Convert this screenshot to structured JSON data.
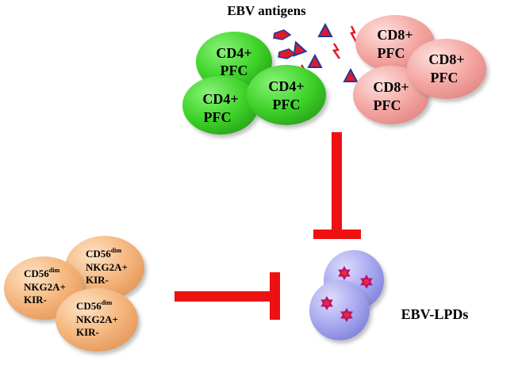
{
  "title": "EBV antigens",
  "cd4": [
    {
      "line1": "CD4+",
      "line2": "PFC"
    },
    {
      "line1": "CD4+",
      "line2": "PFC"
    },
    {
      "line1": "CD4+",
      "line2": "PFC"
    }
  ],
  "cd8": [
    {
      "line1": "CD8+",
      "line2": "PFC"
    },
    {
      "line1": "CD8+",
      "line2": "PFC"
    },
    {
      "line1": "CD8+",
      "line2": "PFC"
    }
  ],
  "nk": [
    {
      "cd56": "CD56",
      "sup": "dim",
      "line2": "NKG2A+",
      "line3": "KIR-"
    },
    {
      "cd56": "CD56",
      "sup": "dim",
      "line2": "NKG2A+",
      "line3": "KIR-"
    },
    {
      "cd56": "CD56",
      "sup": "dim",
      "line2": "NKG2A+",
      "line3": "KIR-"
    }
  ],
  "target": {
    "label": "EBV-LPDs"
  },
  "colors": {
    "cd4": "#3fd42a",
    "cd8": "#f2a0a0",
    "nk": "#f2b27a",
    "lpd": "#a9a9ef",
    "inhibit": "#ee1111",
    "antigen_red": "#e01a2a",
    "antigen_blue": "#1f3a9a",
    "star": "#c0116b"
  }
}
